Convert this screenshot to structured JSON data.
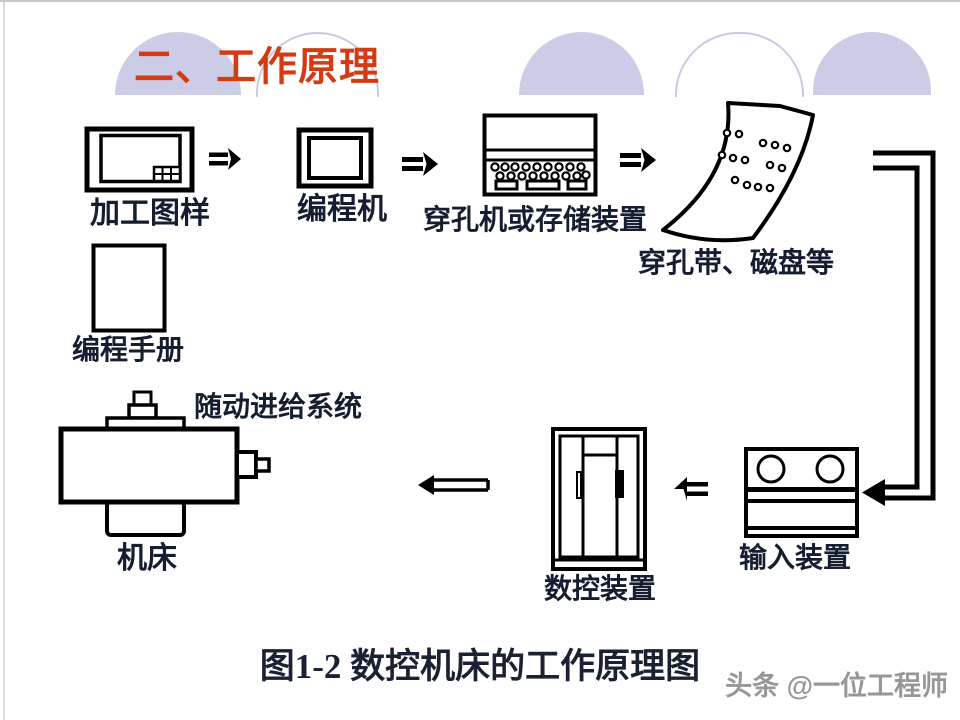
{
  "slide": {
    "title": "二、工作原理",
    "caption": "图1-2 数控机床的工作原理图",
    "watermark": "头条 @一位工程师"
  },
  "diagram": {
    "nodes": [
      {
        "id": "drawing",
        "label": "加工图样"
      },
      {
        "id": "programmer",
        "label": "编程机"
      },
      {
        "id": "punch-machine",
        "label": "穿孔机或存储装置"
      },
      {
        "id": "punch-tape",
        "label": "穿孔带、磁盘等"
      },
      {
        "id": "manual",
        "label": "编程手册"
      },
      {
        "id": "servo-feed",
        "label": "随动进给系统"
      },
      {
        "id": "machine-tool",
        "label": "机床"
      },
      {
        "id": "cnc-unit",
        "label": "数控装置"
      },
      {
        "id": "input-device",
        "label": "输入装置"
      }
    ],
    "icons": [
      "engineering-drawing-icon",
      "programming-machine-icon",
      "punch-machine-icon",
      "punch-tape-icon",
      "manual-sheet-icon",
      "machine-tool-icon",
      "cnc-cabinet-icon",
      "input-device-icon",
      "arrow-right-icon",
      "arrow-left-icon",
      "flow-connector-icon",
      "dome-decoration"
    ]
  },
  "colors": {
    "title": "#d43b12",
    "label": "#151d30",
    "caption": "#1a2133",
    "dome_fill": "#cccce6",
    "dome_outline": "#c9c9e2",
    "line": "#000000",
    "watermark": "#979797"
  }
}
